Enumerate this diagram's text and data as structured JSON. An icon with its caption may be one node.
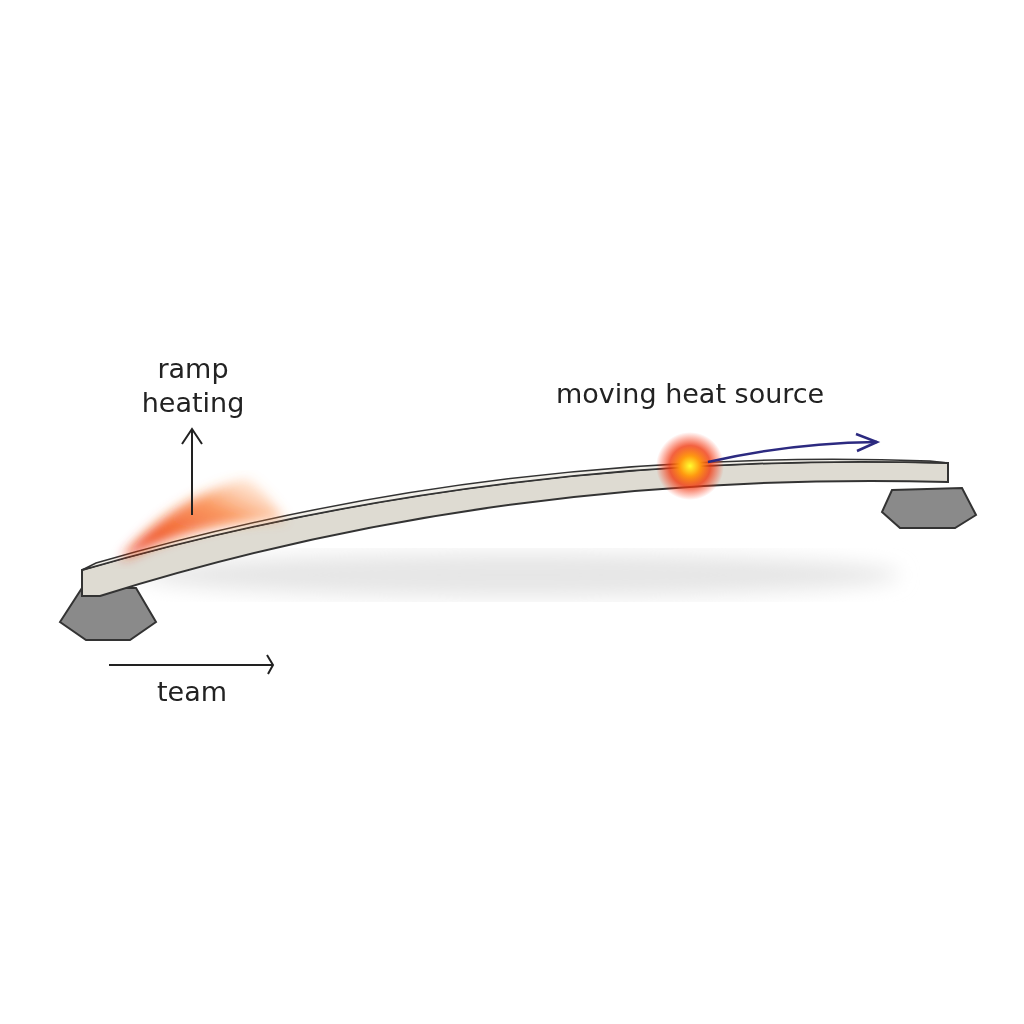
{
  "diagram": {
    "labels": [
      "ramp heating",
      "moving heat source",
      "team"
    ]
  }
}
